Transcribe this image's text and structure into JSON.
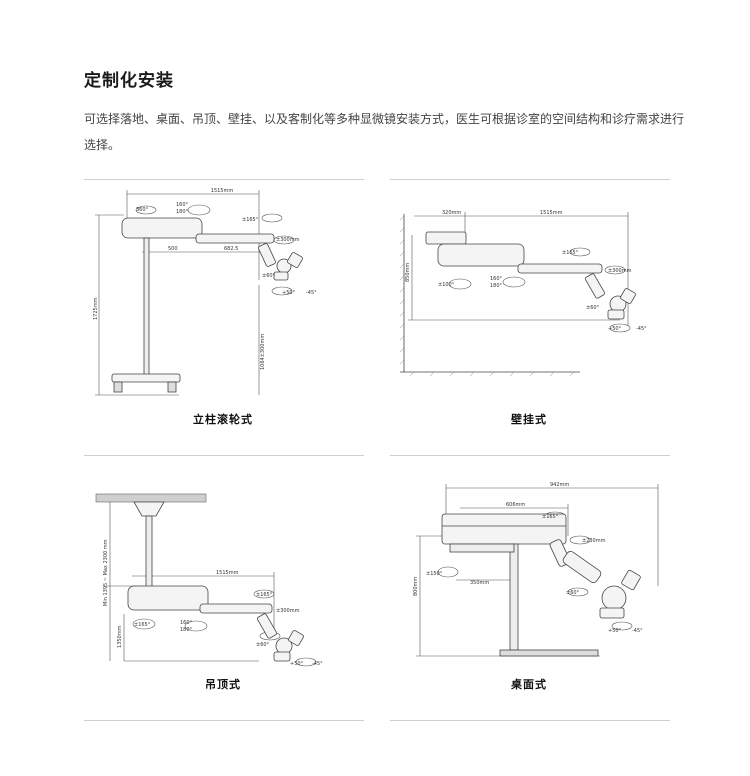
{
  "heading": "定制化安装",
  "intro": "可选择落地、桌面、吊顶、壁挂、以及客制化等多种显微镜安装方式，医生可根据诊室的空间结构和诊疗需求进行选择。",
  "panels": [
    {
      "caption": "立柱滚轮式",
      "dims": {
        "arm_length": "1515mm",
        "rot360": "360°",
        "tilt160": "160°",
        "tilt180": "180°",
        "pm165": "±165°",
        "pm300": "±300mm",
        "seg500": "500",
        "seg682": "682.5",
        "pm60": "±60°",
        "plus50": "+50°",
        "minus45": "-45°",
        "height_total": "1725mm",
        "height_range": "1064±300mm"
      }
    },
    {
      "caption": "壁挂式",
      "dims": {
        "wall_offset": "320mm",
        "arm_length": "1515mm",
        "height": "850mm",
        "pm165": "±165°",
        "pm300": "±300mm",
        "pm100": "±100°",
        "tilt160": "160°",
        "tilt180": "180°",
        "pm60": "±60°",
        "plus50": "+50°",
        "minus45": "-45°"
      }
    },
    {
      "caption": "吊顶式",
      "dims": {
        "drop": "Min 1395 ~ Max 2300 mm",
        "arm_length": "1515mm",
        "pm165_top": "±165°",
        "pm300": "±300mm",
        "pm165_left": "±165°",
        "tilt160": "160°",
        "tilt180": "180°",
        "height": "1350mm",
        "pm60": "±60°",
        "plus50": "+50°",
        "minus45": "-45°"
      }
    },
    {
      "caption": "桌面式",
      "dims": {
        "width": "942mm",
        "arm": "606mm",
        "pm165": "±165°",
        "pm230": "±230mm",
        "pm150": "±150°",
        "base": "350mm",
        "height": "800mm",
        "pm60": "±60°",
        "plus50": "+50°",
        "minus45": "-45°"
      }
    }
  ]
}
